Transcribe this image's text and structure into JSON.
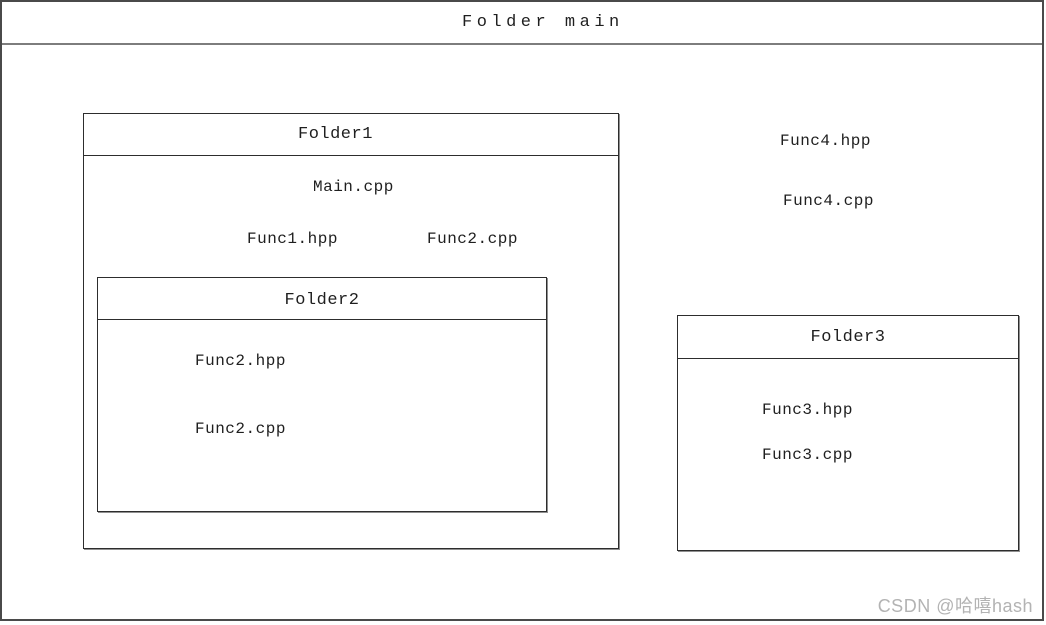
{
  "diagram": {
    "title": "Folder main",
    "files": [
      "Func4.hpp",
      "Func4.cpp"
    ],
    "children": [
      {
        "title": "Folder1",
        "files": [
          "Main.cpp",
          "Func1.hpp",
          "Func2.cpp"
        ],
        "children": [
          {
            "title": "Folder2",
            "files": [
              "Func2.hpp",
              "Func2.cpp"
            ]
          }
        ]
      },
      {
        "title": "Folder3",
        "files": [
          "Func3.hpp",
          "Func3.cpp"
        ]
      }
    ]
  },
  "watermark": {
    "text": "CSDN @哈嘻hash",
    "color": "#b3b3b3"
  },
  "colors": {
    "background": "#ffffff",
    "text": "#1f1f1f",
    "outer_border": "#4a4a4a",
    "outer_header_separator": "#7d7d7d",
    "box_border": "#2d2d2d",
    "box_shadow": "#909090"
  }
}
